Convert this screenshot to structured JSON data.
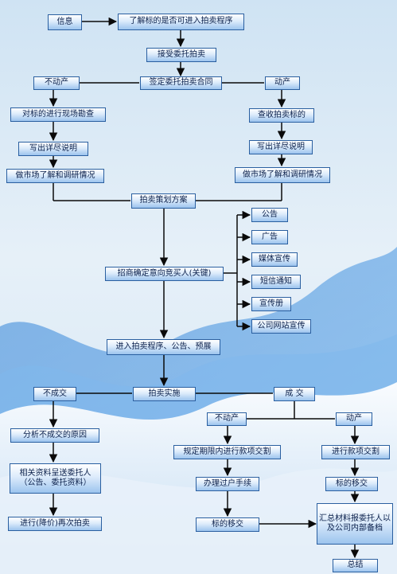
{
  "nodes": {
    "xinxi": "信息",
    "liaojie": "了解标的是否可进入拍卖程序",
    "jieshou": "接受委托拍卖",
    "qianding": "签定委托拍卖合同",
    "budongchan_top": "不动产",
    "dongchan_top": "动产",
    "duibiaodi": "对标的进行现场勘查",
    "chashou": "查收拍卖标的",
    "xiechu_left": "写出详尽说明",
    "xiechu_right": "写出详尽说明",
    "diaoyan_left": "做市场了解和调研情况",
    "diaoyan_right": "做市场了解和调研情况",
    "cehua": "拍卖策划方案",
    "gonggao": "公告",
    "guanggao": "广告",
    "meiti": "媒体宣传",
    "duanxin": "短信通知",
    "xuanchuance": "宣传册",
    "wangzhan": "公司网站宣传",
    "zhaoshang": "招商确定意向竞买人(关键)",
    "jinru": "进入拍卖程序、公告、预展",
    "buchengjiao": "不成交",
    "shishi": "拍卖实施",
    "chengjiao": "成 交",
    "fenxi": "分析不成交的原因",
    "budongchan_bottom": "不动产",
    "dongchan_bottom": "动产",
    "guiding": "规定期限内进行款项交割",
    "jinxing": "进行款项交割",
    "xiangguan": "相关资料呈送委托人（公告、委托资料）",
    "banli": "办理过户手续",
    "yijiao_right": "标的移交",
    "zaici": "进行(降价)再次拍卖",
    "yijiao_left": "标的移交",
    "huizong": "汇总材料报委托人以及公司内部备档",
    "zongjie": "总结"
  }
}
